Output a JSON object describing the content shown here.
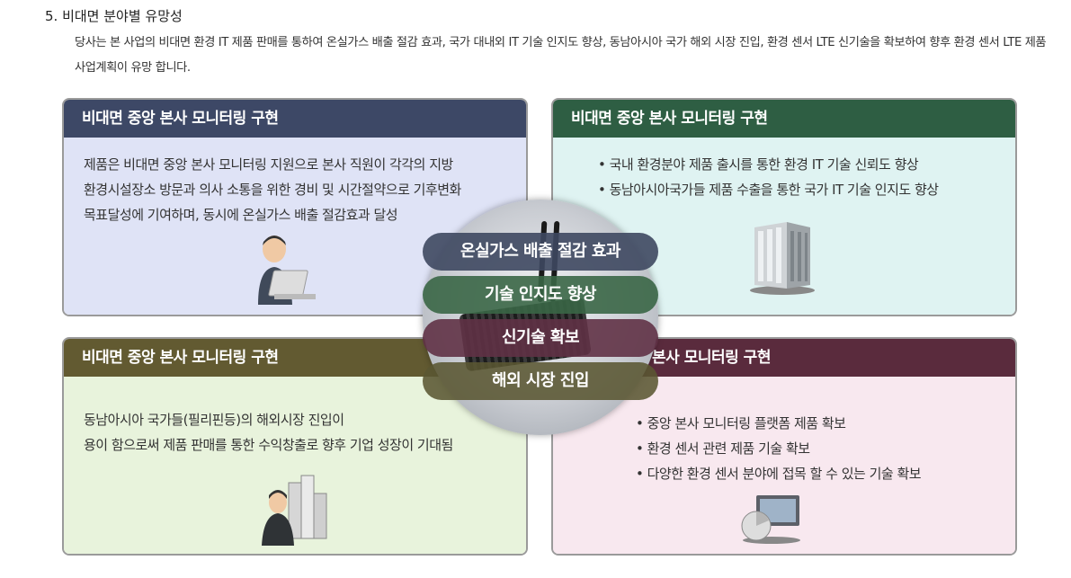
{
  "section": {
    "heading": "5. 비대면 분야별 유망성",
    "intro": "당사는 본 사업의 비대면 환경 IT 제품 판매를 통하여 온실가스 배출 절감 효과, 국가 대내외 IT 기술 인지도 향상, 동남아시아 국가 해외 시장 진입, 환경 센서 LTE 신기술을 확보하여 향후 환경 센서 LTE 제품 사업계획이 유망 합니다."
  },
  "boxes": {
    "top_left": {
      "title": "비대면 중앙 본사 모니터링 구현",
      "lines": [
        "제품은 비대면 중앙 본사 모니터링 지원으로 본사 직원이 각각의 지방",
        "환경시설장소 방문과 의사 소통을 위한 경비 및 시간절약으로 기후변화",
        "목표달성에 기여하며, 동시에 온실가스 배출 절감효과 달성"
      ],
      "icon": "person-laptop-icon"
    },
    "top_right": {
      "title": "비대면 중앙 본사 모니터링 구현",
      "bullets": [
        "국내 환경분야 제품 출시를 통한 환경 IT 기술 신뢰도 향상",
        "동남아시아국가들 제품 수출을 통한 국가 IT 기술 인지도 향상"
      ],
      "icon": "office-building-icon"
    },
    "bottom_left": {
      "title": "비대면 중앙 본사 모니터링 구현",
      "lines": [
        "동남아시아 국가들(필리핀등)의 해외시장 진입이",
        "용이 함으로써 제품 판매를  통한 수익창출로 향후 기업 성장이 기대됨"
      ],
      "icon": "businessman-buildings-icon"
    },
    "bottom_right": {
      "title": "본사 모니터링 구현",
      "bullets": [
        "중앙 본사 모니터링 플랫폼 제품 확보",
        "환경 센서 관련 제품 기술 확보",
        "다양한 환경 센서 분야에 접목 할 수 있는 기술 확보"
      ],
      "icon": "monitor-chart-icon"
    }
  },
  "center": {
    "pills": [
      "온실가스 배출 절감 효과",
      "기술 인지도 향상",
      "신기술 확보",
      "해외 시장 진입"
    ],
    "image": "lte-router-device"
  }
}
